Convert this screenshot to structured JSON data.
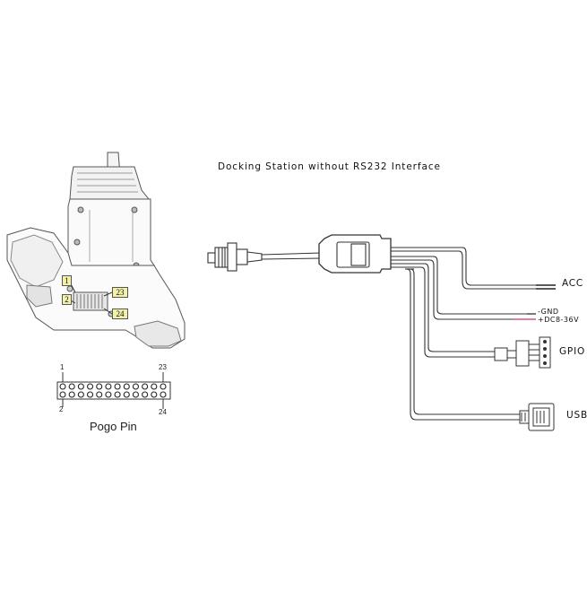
{
  "diagram": {
    "title": "Docking Station without RS232 Interface",
    "cables": {
      "acc": "ACC",
      "gnd": "-GND",
      "dc": "+DC8-36V",
      "gpio": "GPIO",
      "usb": "USB"
    },
    "pogo": {
      "caption": "Pogo Pin",
      "pin_first_top": "1",
      "pin_first_bottom": "2",
      "pin_last_top": "23",
      "pin_last_bottom": "24",
      "pins_per_row": 12
    },
    "callouts": {
      "pin1": "1",
      "pin2": "2",
      "pin23": "23",
      "pin24": "24"
    },
    "colors": {
      "line": "#333333",
      "dc_positive_wire": "#d0316a",
      "callout_fill": "#f3f0a8"
    }
  }
}
